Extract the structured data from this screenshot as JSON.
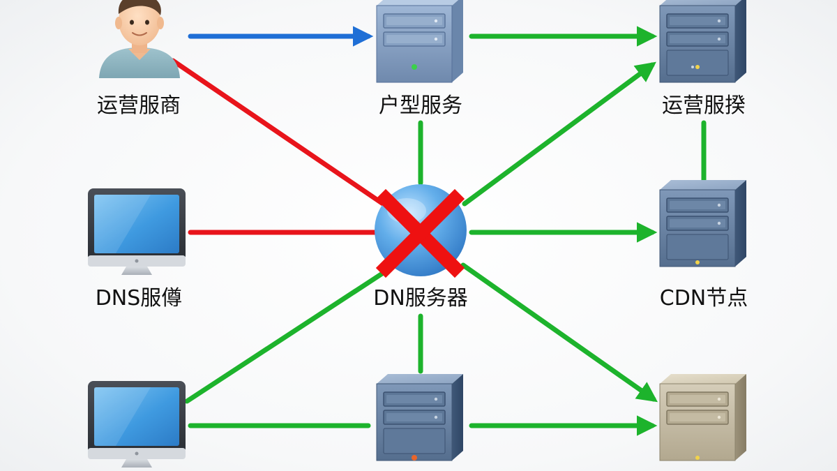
{
  "nodes": {
    "operator_left": {
      "label": "运营服商",
      "icon": "user-icon"
    },
    "house_service": {
      "label": "户型服务",
      "icon": "server-icon"
    },
    "operator_right": {
      "label": "运营服揆",
      "icon": "server-icon"
    },
    "dns_service": {
      "label": "DNS服僔",
      "icon": "monitor-icon"
    },
    "dn_server": {
      "label": "DN服务器",
      "icon": "globe-icon",
      "status": "blocked"
    },
    "cdn_node": {
      "label": "CDN节点",
      "icon": "server-icon"
    },
    "client_bottom": {
      "icon": "monitor-icon"
    },
    "server_bottom": {
      "icon": "server-icon"
    },
    "server_bottom_right": {
      "icon": "server-icon"
    }
  },
  "colors": {
    "blue_link": "#1f6fd6",
    "red_link": "#e8141b",
    "green_link": "#1db32c",
    "blocked_x": "#ee1111"
  }
}
